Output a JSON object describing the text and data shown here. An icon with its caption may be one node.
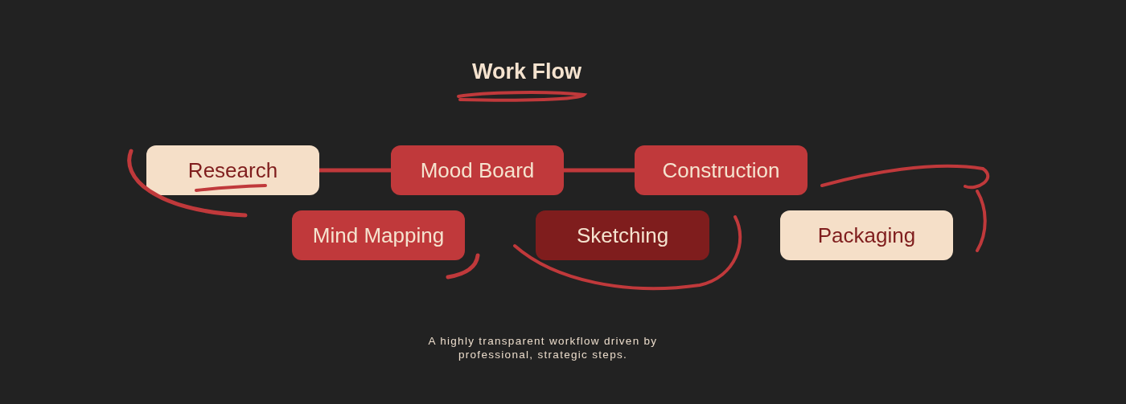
{
  "diagram": {
    "title": "Work Flow",
    "nodes": [
      {
        "text": [
          "Research"
        ]
      },
      {
        "text": [
          "Mood Board"
        ]
      },
      {
        "text": [
          "Construction"
        ]
      },
      {
        "text": [
          "Mind Mapping"
        ]
      },
      {
        "text": [
          "Sketching"
        ]
      },
      {
        "text": [
          "Packaging"
        ]
      }
    ],
    "edges": [
      {
        "from": 0,
        "to": 1,
        "arrow": "none"
      },
      {
        "from": 1,
        "to": 2,
        "arrow": "none"
      }
    ],
    "caption": "A highly transparent workflow driven by professional, strategic steps."
  }
}
